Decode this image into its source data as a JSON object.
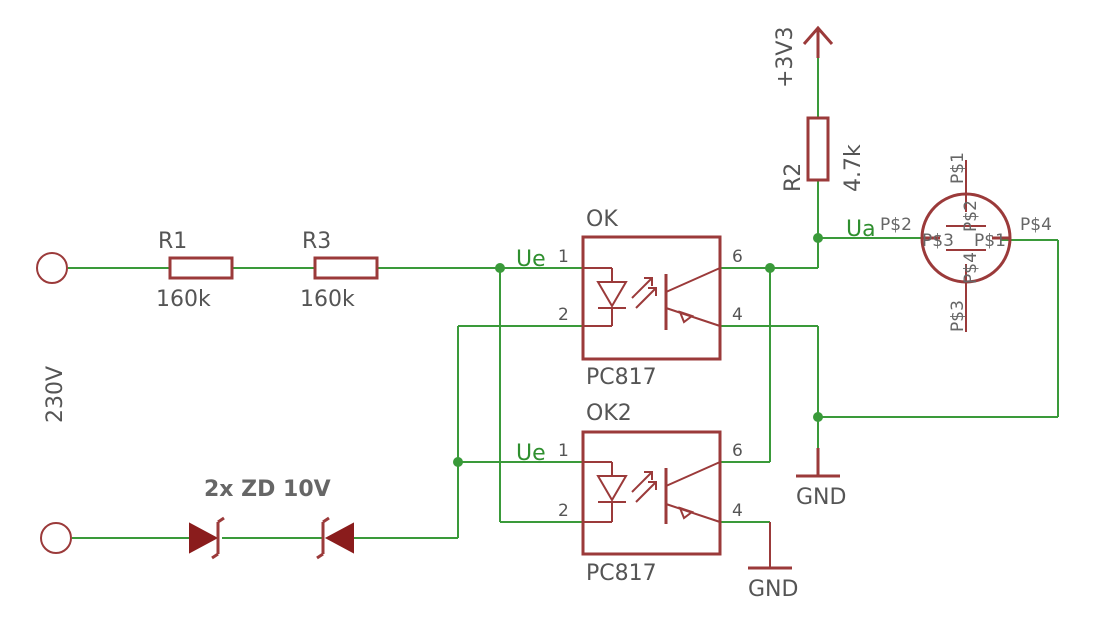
{
  "diagram": {
    "supply": {
      "label": "+3V3"
    },
    "input_voltage": {
      "label": "230V"
    },
    "resistors": [
      {
        "name": "R1",
        "value": "160k"
      },
      {
        "name": "R3",
        "value": "160k"
      },
      {
        "name": "R2",
        "value": "4.7k"
      }
    ],
    "zener": {
      "label": "2x ZD 10V"
    },
    "optocouplers": [
      {
        "name": "OK",
        "part": "PC817",
        "pin1": "1",
        "pin2": "2",
        "pin4": "4",
        "pin6": "6"
      },
      {
        "name": "OK2",
        "part": "PC817",
        "pin1": "1",
        "pin2": "2",
        "pin4": "4",
        "pin6": "6"
      }
    ],
    "nets": {
      "ue1": "Ue",
      "ue2": "Ue",
      "ua": "Ua"
    },
    "grounds": [
      {
        "label": "GND"
      },
      {
        "label": "GND"
      }
    ],
    "connector_pads": {
      "p1_top": "P$1",
      "p2_left": "P$2",
      "p4_right": "P$4",
      "p3_bottom": "P$3",
      "p3_inner": "P$3",
      "p1_inner": "P$1",
      "p2_inner": "P$2",
      "p4_inner": "P$4"
    },
    "colors": {
      "wire": "#3a9a3a",
      "component": "#9b3a3a",
      "label": "#555555"
    }
  }
}
